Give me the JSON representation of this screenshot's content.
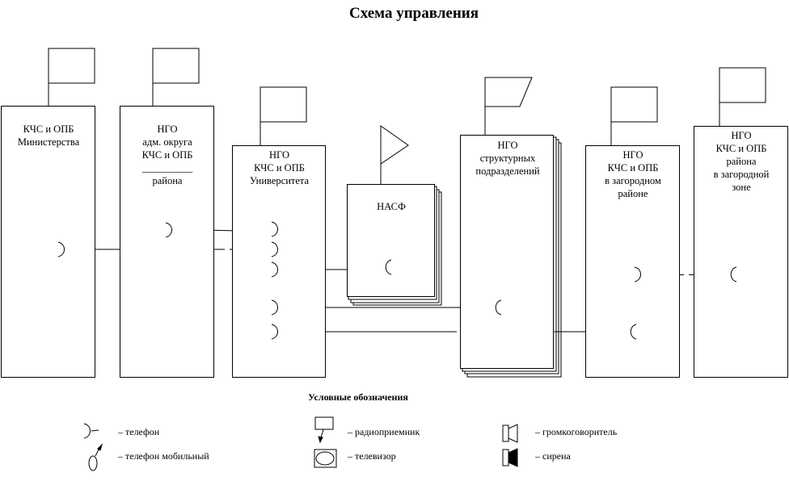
{
  "title": "Схема управления",
  "nodes": {
    "ministry": [
      "КЧС и ОПБ",
      "Министерства"
    ],
    "district": {
      "l1": "НГО",
      "l2": "адм. округа",
      "l3": "КЧС и ОПБ",
      "blank": "__________",
      "l4": "района"
    },
    "university": [
      "НГО",
      "КЧС и ОПБ",
      "Университета"
    ],
    "nasf": "НАСФ",
    "structural": [
      "НГО",
      "структурных",
      "подразделений"
    ],
    "suburban": [
      "НГО",
      "КЧС и ОПБ",
      "в загородном",
      "районе"
    ],
    "suburban_district": [
      "НГО",
      "КЧС и ОПБ",
      "района",
      "в загородной",
      "зоне"
    ]
  },
  "legend": {
    "title": "Условные обозначения",
    "items": [
      {
        "icon": "telephone-icon",
        "label": "– телефон"
      },
      {
        "icon": "mobile-phone-icon",
        "label": "– телефон мобильный"
      },
      {
        "icon": "radio-receiver-icon",
        "label": "– радиоприемник"
      },
      {
        "icon": "tv-icon",
        "label": "– телевизор"
      },
      {
        "icon": "loudspeaker-icon",
        "label": "– громкоговоритель"
      },
      {
        "icon": "siren-icon",
        "label": "– сирена"
      }
    ]
  }
}
